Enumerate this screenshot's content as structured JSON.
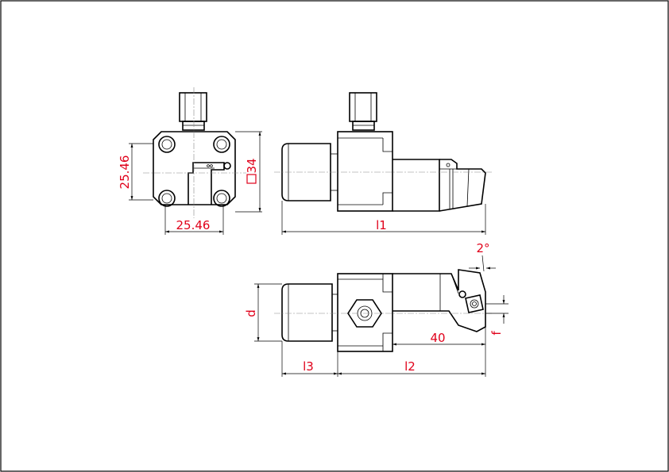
{
  "colors": {
    "dimension_text": "#e0001a",
    "lines": "#000000",
    "centerline": "#888888",
    "background": "#ffffff"
  },
  "dimensions": {
    "front_height": "25.46",
    "front_width": "25.46",
    "square": "34",
    "l1": "l1",
    "angle": "2°",
    "d": "d",
    "offset_40": "40",
    "f": "f",
    "l3": "l3",
    "l2": "l2"
  },
  "icons": {
    "square_symbol": "square-symbol-icon"
  }
}
